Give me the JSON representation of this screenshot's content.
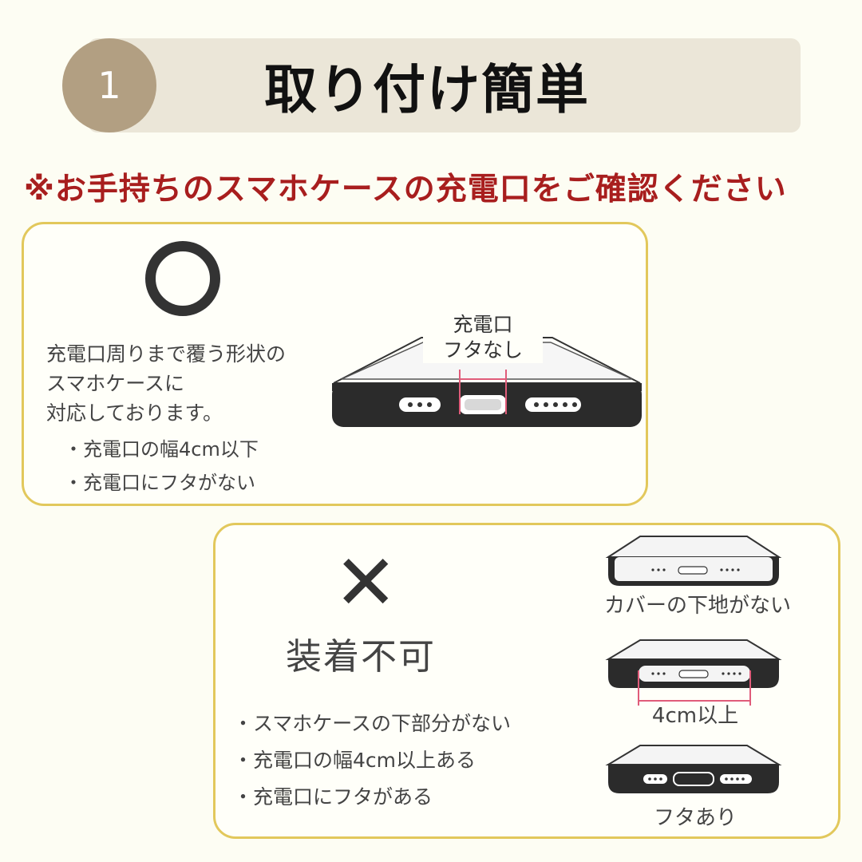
{
  "header": {
    "step": "1",
    "title": "取り付け簡単"
  },
  "notice": "※お手持ちのスマホケースの充電口をご確認ください",
  "ok": {
    "mark": "○",
    "description": [
      "充電口周りまで覆う形状の",
      "スマホケースに",
      "対応しております。"
    ],
    "bullets": [
      "・充電口の幅4cm以下",
      "・充電口にフタがない"
    ],
    "port_label": [
      "充電口",
      "フタなし"
    ]
  },
  "ng": {
    "mark": "✕",
    "title": "装着不可",
    "bullets": [
      "・スマホケースの下部分がない",
      "・充電口の幅4cm以上ある",
      "・充電口にフタがある"
    ],
    "examples": [
      {
        "label": "カバーの下地がない"
      },
      {
        "label": "4cm以上"
      },
      {
        "label": "フタあり"
      }
    ]
  },
  "colors": {
    "background": "#fdfdf3",
    "accent_gold": "#e2c85c",
    "step_circle": "#b29f82",
    "warning_red": "#a81e1e",
    "indicator_pink": "#e05c7a"
  }
}
